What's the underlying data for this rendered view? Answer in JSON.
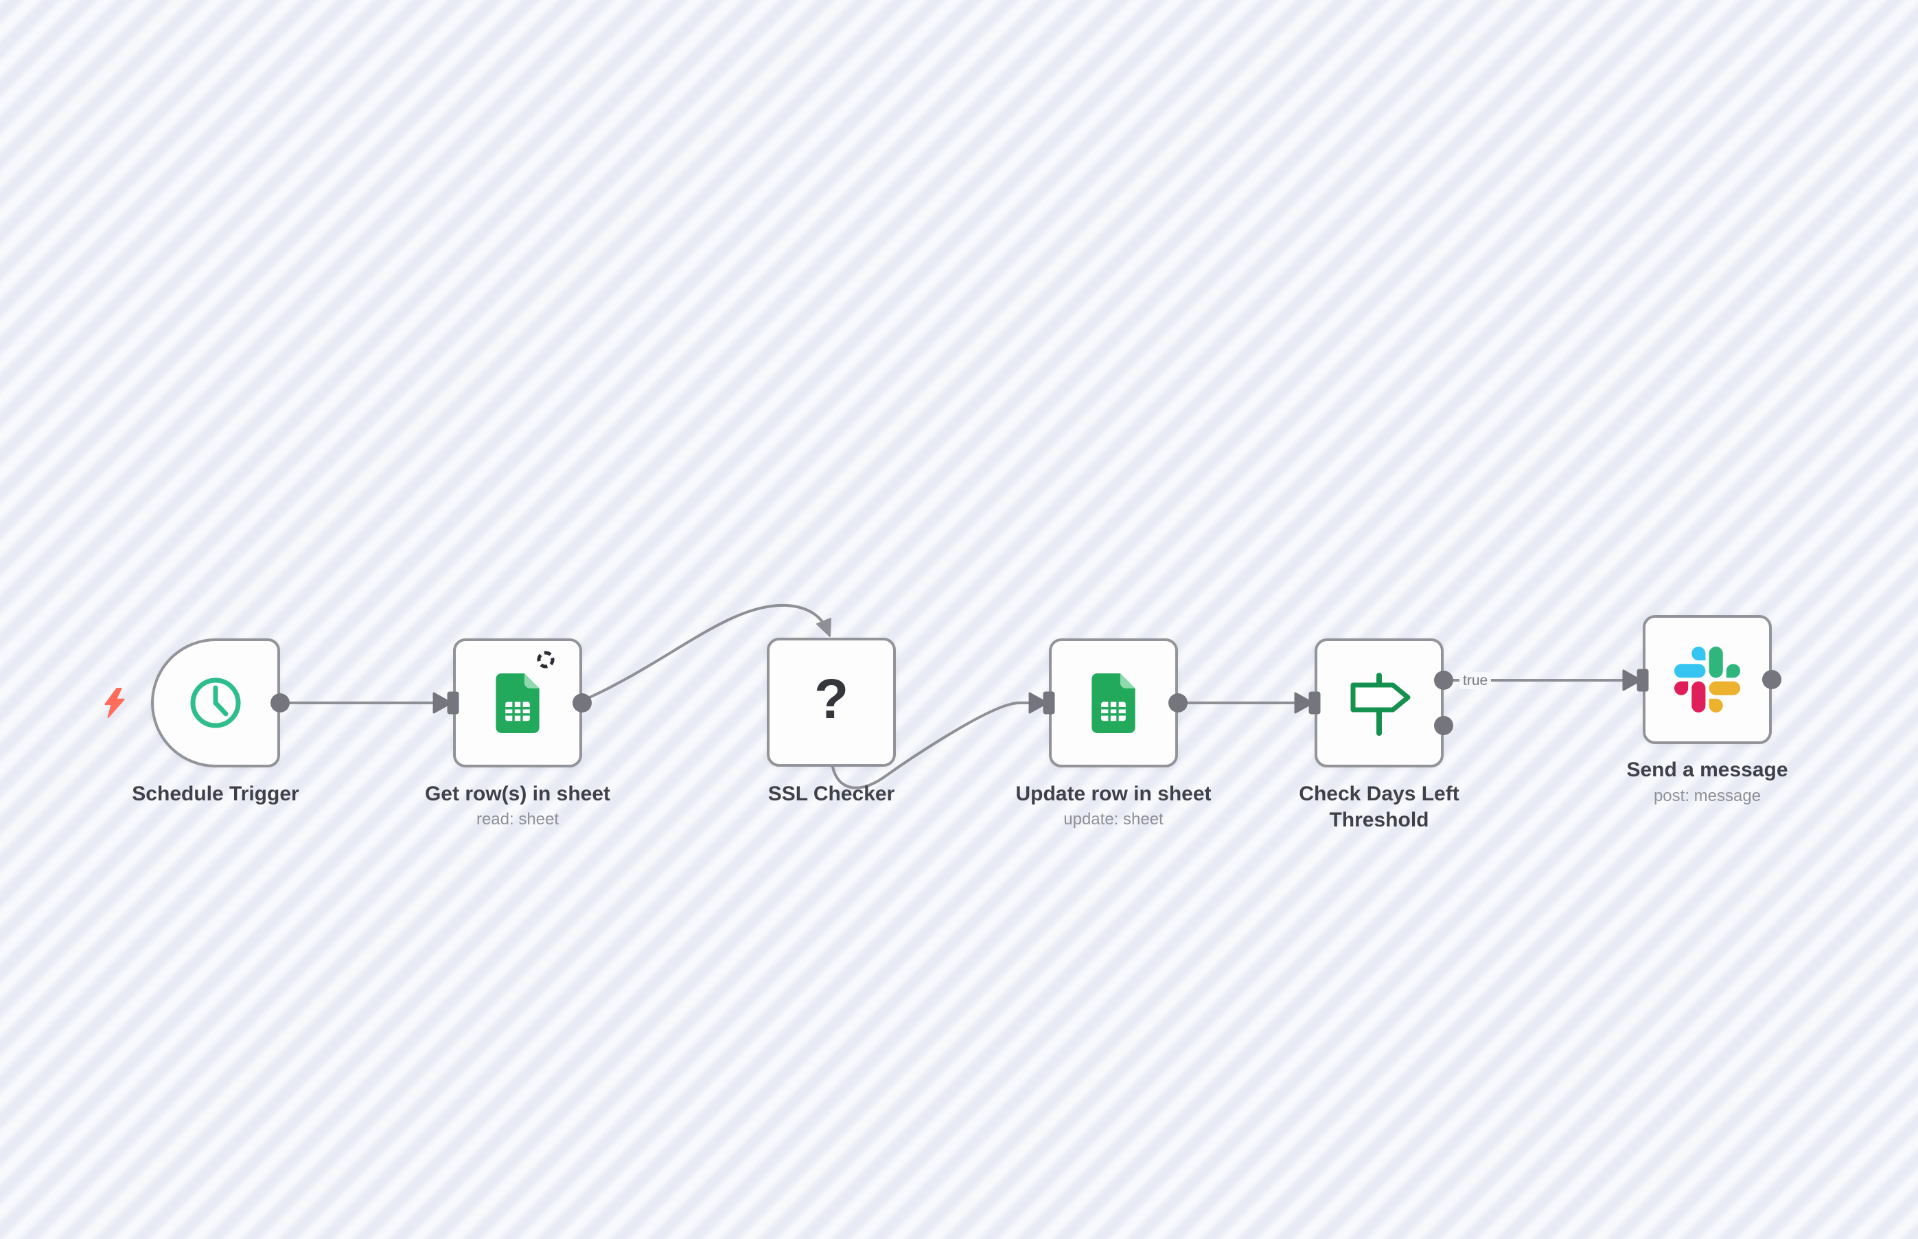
{
  "app": "workflow-canvas",
  "canvas": {
    "background_stripe_light": "#f8f9fd",
    "background_stripe_dark": "#e8eaf4",
    "node_border_color": "#939499",
    "edge_color": "#8f9096",
    "port_color": "#75767d"
  },
  "workflow": {
    "nodes": [
      {
        "id": "schedule-trigger",
        "label": "Schedule Trigger",
        "subtitle": "",
        "type": "trigger",
        "icon": "clock-icon",
        "icon_color": "#2EBE8C",
        "trigger_indicator": "lightning-bolt-icon",
        "trigger_indicator_color": "#FF6D5A"
      },
      {
        "id": "get-rows-in-sheet",
        "label": "Get row(s) in sheet",
        "subtitle": "read: sheet",
        "type": "action",
        "icon": "google-sheets-icon",
        "icon_color": "#23A95C",
        "status_icon": "dashed-circle-icon"
      },
      {
        "id": "ssl-checker",
        "label": "SSL Checker",
        "subtitle": "",
        "type": "action",
        "icon": "question-mark-icon",
        "icon_glyph": "?",
        "icon_color": "#35363B"
      },
      {
        "id": "update-row-in-sheet",
        "label": "Update row in sheet",
        "subtitle": "update: sheet",
        "type": "action",
        "icon": "google-sheets-icon",
        "icon_color": "#23A95C"
      },
      {
        "id": "check-days-left-threshold",
        "label": "Check Days Left Threshold",
        "subtitle": "",
        "type": "if",
        "icon": "signpost-icon",
        "icon_color": "#15914F",
        "outputs": [
          "true",
          "false"
        ]
      },
      {
        "id": "send-a-message",
        "label": "Send a message",
        "subtitle": "post: message",
        "type": "action",
        "icon": "slack-icon",
        "slack_colors": {
          "blue": "#36C5F0",
          "green": "#2EB67D",
          "red": "#E01E5A",
          "yellow": "#ECB22E"
        }
      }
    ],
    "connections": [
      {
        "from": "Schedule Trigger",
        "to": "Get row(s) in sheet",
        "label": ""
      },
      {
        "from": "Get row(s) in sheet",
        "to": "SSL Checker",
        "label": ""
      },
      {
        "from": "SSL Checker",
        "to": "Update row in sheet",
        "label": ""
      },
      {
        "from": "Update row in sheet",
        "to": "Check Days Left Threshold",
        "label": ""
      },
      {
        "from": "Check Days Left Threshold",
        "to": "Send a message",
        "label": "true",
        "from_output": "true"
      }
    ]
  }
}
